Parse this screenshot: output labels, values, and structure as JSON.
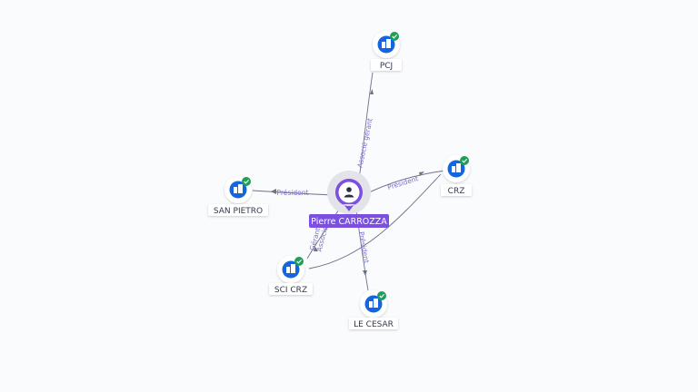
{
  "graph": {
    "center": {
      "label": "Pierre CARROZZA",
      "icon": "person-icon",
      "color": "#7b4fe0"
    },
    "nodes": [
      {
        "id": "pcj",
        "label": "PCJ",
        "icon": "building-icon",
        "status": "verified-check-icon"
      },
      {
        "id": "crz",
        "label": "CRZ",
        "icon": "building-icon",
        "status": "verified-check-icon"
      },
      {
        "id": "san-pietro",
        "label": "SAN PIETRO",
        "icon": "building-icon",
        "status": "verified-check-icon"
      },
      {
        "id": "sci-crz",
        "label": "SCI CRZ",
        "icon": "building-icon",
        "status": "verified-check-icon"
      },
      {
        "id": "le-cesar",
        "label": "LE CESAR",
        "icon": "building-icon",
        "status": "verified-check-icon"
      }
    ],
    "edges": [
      {
        "to": "pcj",
        "label": "Associé gérant"
      },
      {
        "to": "crz",
        "label": "Président"
      },
      {
        "to": "san-pietro",
        "label": "Président"
      },
      {
        "to": "sci-crz",
        "label": "Gérant"
      },
      {
        "to": "sci-crz",
        "label": "Associé"
      },
      {
        "to": "le-cesar",
        "label": "Président"
      }
    ],
    "colors": {
      "node": "#1565e0",
      "check": "#1e9e57",
      "edge": "#6b7288",
      "edge_label": "#7a6fd0",
      "center": "#7b4fe0"
    }
  }
}
